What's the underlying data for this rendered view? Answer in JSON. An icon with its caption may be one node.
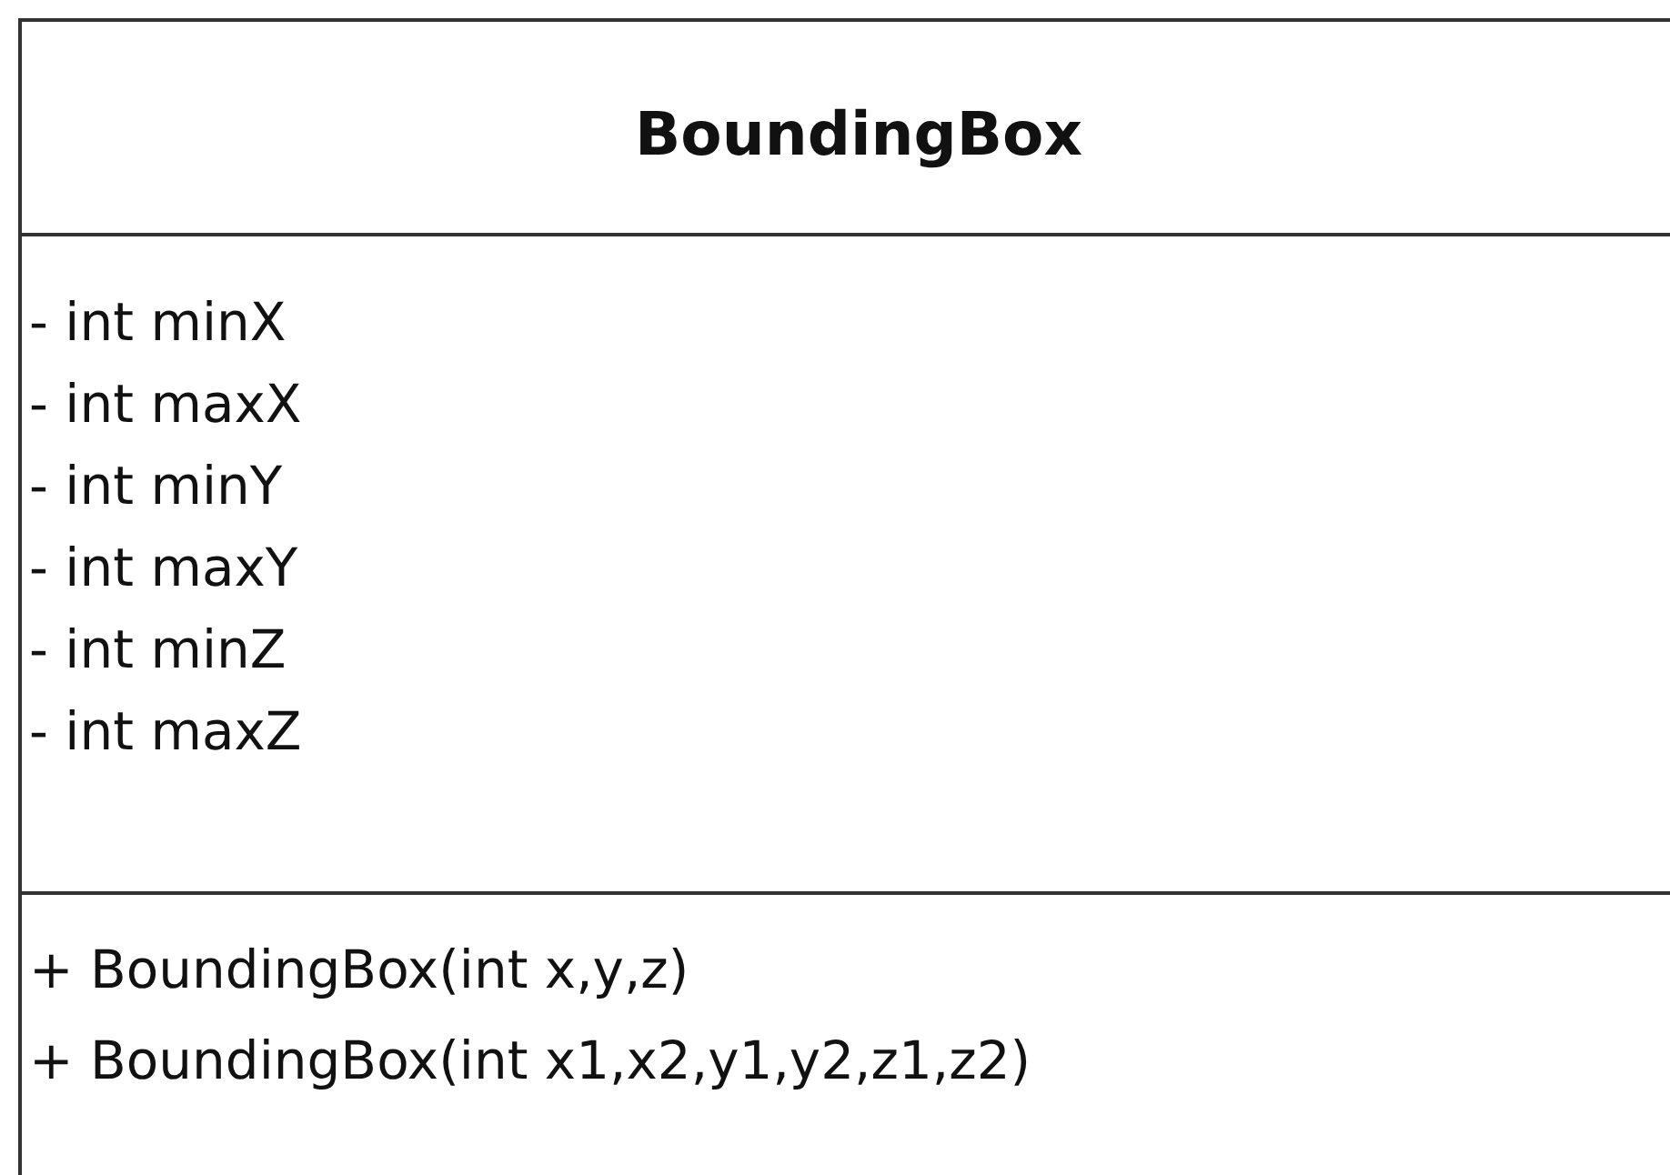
{
  "diagram": {
    "nodes": [
      {
        "text": [
          "BoundingBox"
        ]
      },
      {
        "text": [
          "- int minX",
          "- int maxX",
          "- int minY",
          "- int maxY",
          "- int minZ",
          "- int maxZ"
        ],
        "in": 0
      },
      {
        "text": [
          "+ BoundingBox(int x,y,z)",
          "+ BoundingBox(int x1,x2,y1,y2,z1,z2)"
        ],
        "in": 0
      }
    ]
  }
}
